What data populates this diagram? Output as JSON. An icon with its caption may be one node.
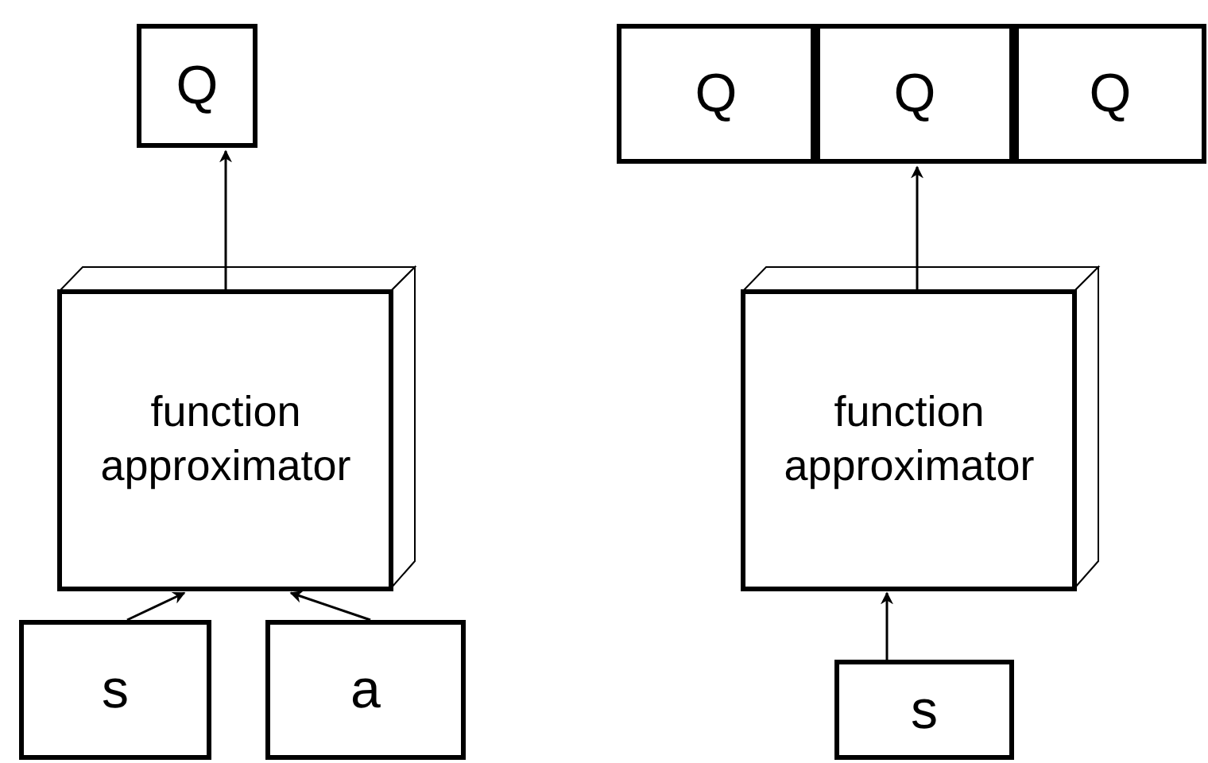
{
  "diagram": {
    "nodes": [
      {
        "text": [
          "Q"
        ]
      },
      {
        "text": [
          "function approximator"
        ]
      },
      {
        "text": [
          "s"
        ]
      },
      {
        "text": [
          "a"
        ]
      },
      {
        "text": [
          "Q"
        ]
      },
      {
        "text": [
          "Q"
        ]
      },
      {
        "text": [
          "Q"
        ]
      },
      {
        "text": [
          "function approximator"
        ]
      },
      {
        "text": [
          "s"
        ]
      }
    ],
    "edges": [
      {
        "from": 2,
        "to": 1,
        "arrow": "to"
      },
      {
        "from": 3,
        "to": 1,
        "arrow": "to"
      },
      {
        "from": 1,
        "to": 0,
        "arrow": "to"
      },
      {
        "from": 8,
        "to": 7,
        "arrow": "to"
      },
      {
        "from": 7,
        "to": 5,
        "arrow": "to"
      }
    ]
  }
}
